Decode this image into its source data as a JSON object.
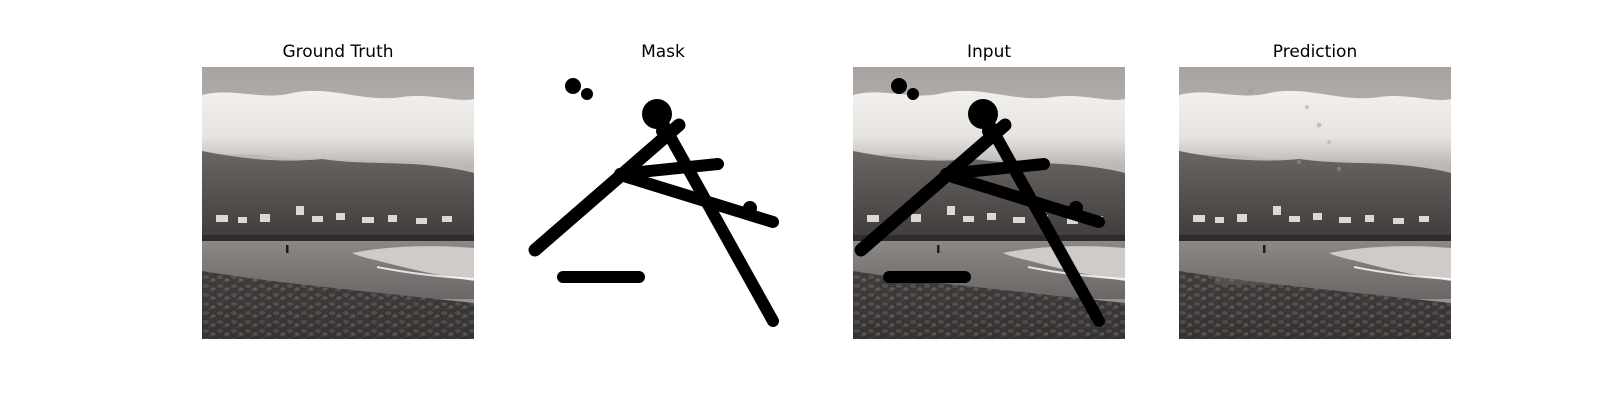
{
  "figure": {
    "panels": [
      {
        "title": "Ground Truth",
        "kind": "photo"
      },
      {
        "title": "Mask",
        "kind": "mask"
      },
      {
        "title": "Input",
        "kind": "masked-photo"
      },
      {
        "title": "Prediction",
        "kind": "inpainted-photo"
      }
    ]
  }
}
